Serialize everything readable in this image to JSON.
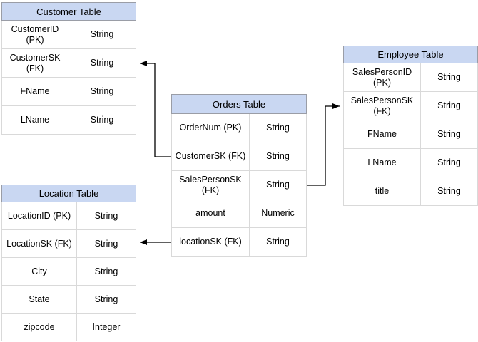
{
  "canvas": {
    "background": "#ffffff"
  },
  "colors": {
    "header_fill": "#c9d7f2",
    "header_border": "#9a9da6",
    "grid_border": "#d9d9d9",
    "text": "#000000",
    "connector": "#000000"
  },
  "tables": [
    {
      "id": "customer",
      "title": "Customer Table",
      "rows": [
        {
          "field": "CustomerID (PK)",
          "type": "String"
        },
        {
          "field": "CustomerSK\n(FK)",
          "type": "String"
        },
        {
          "field": "FName",
          "type": "String"
        },
        {
          "field": "LName",
          "type": "String"
        }
      ]
    },
    {
      "id": "orders",
      "title": "Orders Table",
      "rows": [
        {
          "field": "OrderNum (PK)",
          "type": "String"
        },
        {
          "field": "CustomerSK (FK)",
          "type": "String"
        },
        {
          "field": "SalesPersonSK\n(FK)",
          "type": "String"
        },
        {
          "field": "amount",
          "type": "Numeric"
        },
        {
          "field": "locationSK (FK)",
          "type": "String"
        }
      ]
    },
    {
      "id": "employee",
      "title": "Employee Table",
      "rows": [
        {
          "field": "SalesPersonID (PK)",
          "type": "String"
        },
        {
          "field": "SalesPersonSK\n(FK)",
          "type": "String"
        },
        {
          "field": "FName",
          "type": "String"
        },
        {
          "field": "LName",
          "type": "String"
        },
        {
          "field": "title",
          "type": "String"
        }
      ]
    },
    {
      "id": "location",
      "title": "Location Table",
      "rows": [
        {
          "field": "LocationID (PK)",
          "type": "String"
        },
        {
          "field": "LocationSK (FK)",
          "type": "String"
        },
        {
          "field": "City",
          "type": "String"
        },
        {
          "field": "State",
          "type": "String"
        },
        {
          "field": "zipcode",
          "type": "Integer"
        }
      ]
    }
  ],
  "connectors": [
    {
      "from_table": "Orders Table",
      "from_field": "CustomerSK (FK)",
      "to_table": "Customer Table",
      "to_field": "CustomerSK (FK)"
    },
    {
      "from_table": "Orders Table",
      "from_field": "SalesPersonSK (FK)",
      "to_table": "Employee Table",
      "to_field": "SalesPersonSK (FK)"
    },
    {
      "from_table": "Orders Table",
      "from_field": "locationSK (FK)",
      "to_table": "Location Table",
      "to_field": "LocationSK (FK)"
    }
  ]
}
